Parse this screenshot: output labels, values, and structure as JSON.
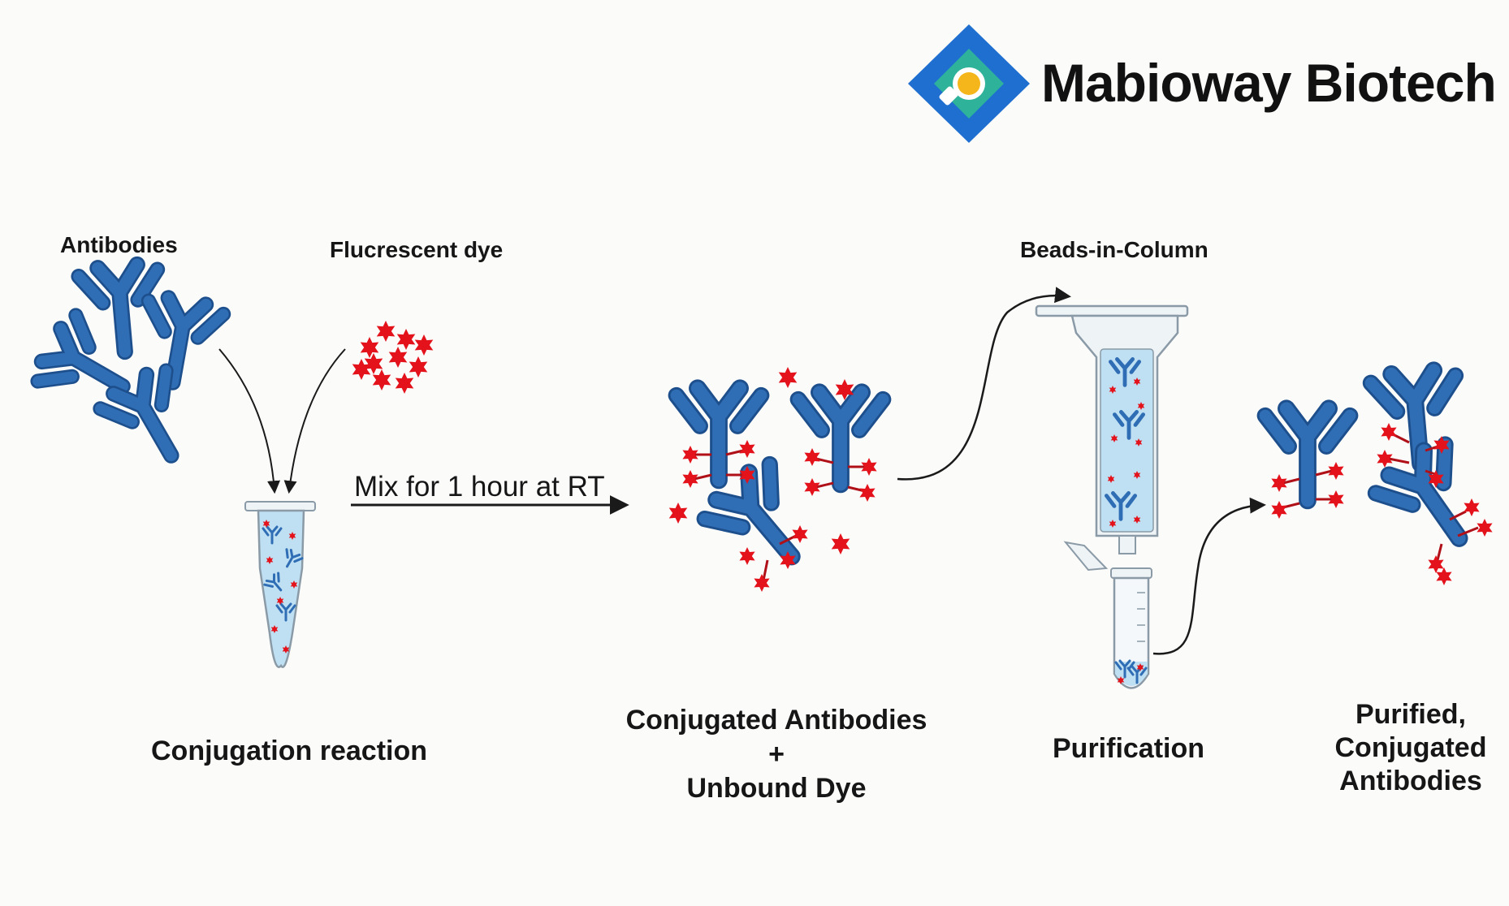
{
  "brand": {
    "name": "Mabioway Biotech",
    "colors": {
      "blue": "#1f6fd0",
      "teal": "#2eb39a",
      "gold": "#f4b61a"
    }
  },
  "labels": {
    "antibodies": "Antibodies",
    "dye": "Flucrescent dye",
    "mix_step": "Mix for 1 hour at RT",
    "reaction": "Conjugation reaction",
    "conjugated_line1": "Conjugated Antibodies",
    "conjugated_plus": "+",
    "conjugated_line2": "Unbound Dye",
    "column": "Beads-in-Column",
    "purification": "Purification",
    "purified_line1": "Purified,",
    "purified_line2": "Conjugated",
    "purified_line3": "Antibodies"
  },
  "colors": {
    "antibody": "#2f6db5",
    "antibody_outline": "#1d4f8c",
    "dye": "#e3121b",
    "tube_fill": "#bfe0f2",
    "arrow": "#1a1a1a"
  }
}
